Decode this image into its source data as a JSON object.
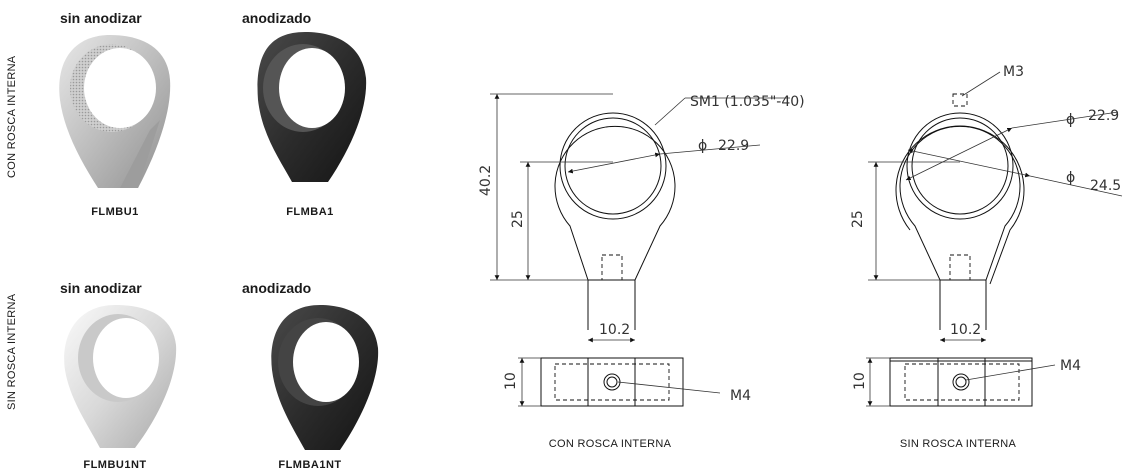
{
  "photos": {
    "row1_label": "CON ROSCA INTERNA",
    "row2_label": "SIN ROSCA INTERNA",
    "finish_plain": "sin anodizar",
    "finish_anodized": "anodizado",
    "codes": [
      "FLMBU1",
      "FLMBA1",
      "FLMBU1NT",
      "FLMBA1NT"
    ],
    "colors": {
      "plain": "#c8c8c8",
      "anodized": "#2e2e2e"
    }
  },
  "drawing1": {
    "thread_label": "SM1 (1.035\"-40)",
    "dia": "22.9",
    "height": "40.2",
    "center_h": "25",
    "width": "10.2",
    "thickness": "10",
    "screw": "M4",
    "caption": "CON ROSCA INTERNA"
  },
  "drawing2": {
    "top_screw": "M3",
    "dia_inner": "22.9",
    "dia_outer": "24.5",
    "center_h": "25",
    "width": "10.2",
    "thickness": "10",
    "screw": "M4",
    "caption": "SIN ROSCA INTERNA"
  }
}
